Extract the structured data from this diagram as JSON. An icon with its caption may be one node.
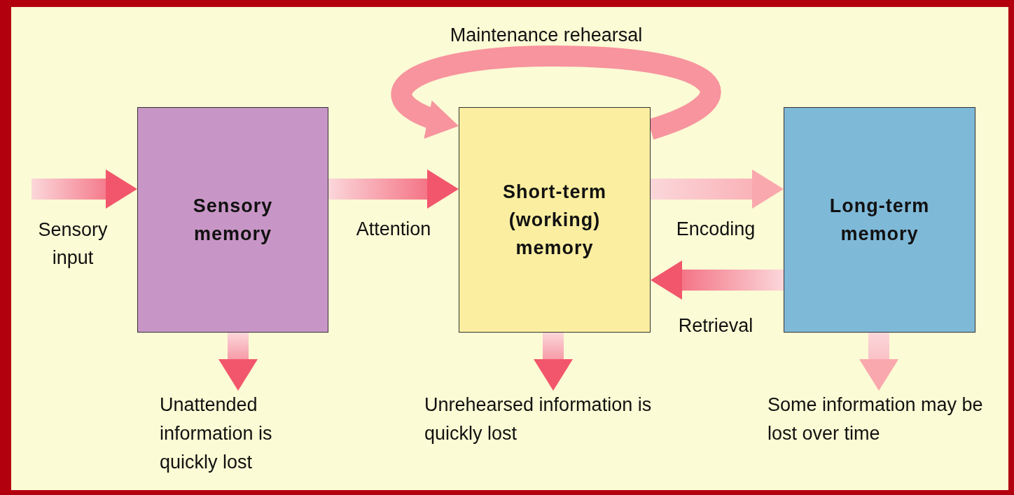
{
  "diagram": {
    "nodes": [
      {
        "text": [
          "Sensory memory"
        ]
      },
      {
        "text": [
          "Short-term (working) memory"
        ]
      },
      {
        "text": [
          "Long-term memory"
        ]
      },
      {
        "text": [
          "Unattended information is quickly lost"
        ]
      },
      {
        "text": [
          "Unrehearsed information is quickly lost"
        ]
      },
      {
        "text": [
          "Some information may be lost over time"
        ]
      }
    ],
    "edges": [
      {
        "from": null,
        "to": 0,
        "arrow": "to",
        "label": "Sensory input"
      },
      {
        "from": 0,
        "to": 1,
        "arrow": "to",
        "label": "Attention"
      },
      {
        "from": 1,
        "to": 2,
        "arrow": "to",
        "label": "Encoding",
        "color": "#f9a8ae"
      },
      {
        "from": 2,
        "to": 1,
        "arrow": "to",
        "label": "Retrieval"
      },
      {
        "from": 1,
        "to": 1,
        "arrow": "to",
        "label": "Maintenance rehearsal",
        "color": "#f7949e"
      },
      {
        "from": 0,
        "to": 3,
        "arrow": "to"
      },
      {
        "from": 1,
        "to": 4,
        "arrow": "to"
      },
      {
        "from": 2,
        "to": 5,
        "arrow": "to",
        "color": "#f9a8ae"
      }
    ]
  }
}
